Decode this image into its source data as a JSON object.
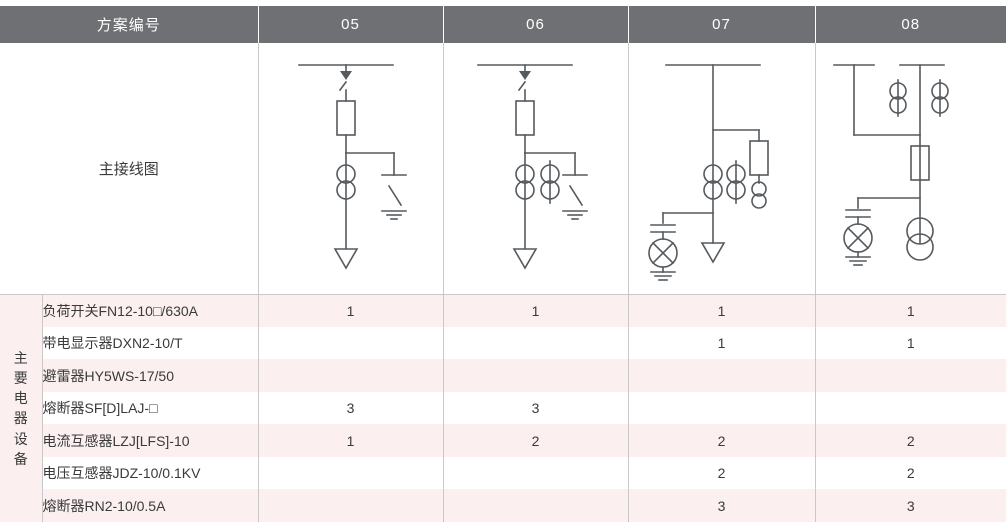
{
  "header": {
    "row_label": "方案编号",
    "columns": [
      "05",
      "06",
      "07",
      "08"
    ]
  },
  "diagram_section": {
    "label": "主接线图"
  },
  "group_label": {
    "chars": [
      "主",
      "要",
      "电",
      "器",
      "设",
      "备"
    ],
    "text": "主要电器设备"
  },
  "equipment_rows": [
    {
      "name": "负荷开关FN12-10□/630A",
      "values": [
        "1",
        "1",
        "1",
        "1"
      ]
    },
    {
      "name": "带电显示器DXN2-10/T",
      "values": [
        "",
        "",
        "1",
        "1"
      ]
    },
    {
      "name": "避雷器HY5WS-17/50",
      "values": [
        "",
        "",
        "",
        ""
      ]
    },
    {
      "name": "熔断器SF[D]LAJ-□",
      "values": [
        "3",
        "3",
        "",
        ""
      ]
    },
    {
      "name": "电流互感器LZJ[LFS]-10",
      "values": [
        "1",
        "2",
        "2",
        "2"
      ]
    },
    {
      "name": "电压互感器JDZ-10/0.1KV",
      "values": [
        "",
        "",
        "2",
        "2"
      ]
    },
    {
      "name": "熔断器RN2-10/0.5A",
      "values": [
        "",
        "",
        "3",
        "3"
      ]
    }
  ],
  "colors": {
    "header_bg": "#6e7073",
    "header_text": "#ffffff",
    "stripe_bg": "#fbefef",
    "row_bg": "#ffffff",
    "border": "#c9c9c9",
    "line": "#555a5e",
    "text": "#3a3a3a"
  },
  "diagram_symbols": {
    "busbar": "busbar-line",
    "load_switch": "load-switch-symbol",
    "fuse": "fuse-rectangle",
    "current_transformer": "ct-double-circle",
    "voltage_transformer": "vt-circle-cross",
    "transformer": "transformer-twin-circle",
    "earth_switch": "earthing-switch",
    "ground": "ground-symbol",
    "cable_arrow": "cable-down-arrow",
    "capacitor": "capacitor-plates"
  }
}
